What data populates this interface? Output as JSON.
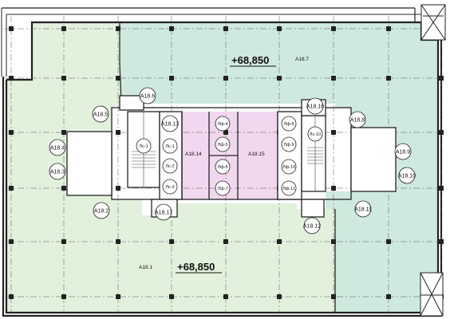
{
  "colors": {
    "zone_a": "#e2f1dc",
    "zone_b": "#cfe9de",
    "core": "#f0d8ef",
    "wall": "#222222",
    "grid": "#555555"
  },
  "elevations": {
    "upper": "+68,850",
    "lower": "+68,850"
  },
  "rooms": {
    "a18_1": "A18.1",
    "a18_7": "A18.7",
    "a18_14": "A18.14",
    "a18_15": "A18.15"
  },
  "tags": {
    "a18_2": "A18.2",
    "a18_3": "A18.3",
    "a18_4": "A18.4",
    "a18_5": "A18.5",
    "a18_6": "A18.6",
    "a18_8": "A18.8",
    "a18_9": "A18.9",
    "a18_10": "A18.10",
    "a18_11": "A18.11",
    "a18_12": "A18.12",
    "a18_13": "A18.13",
    "a18_16": "A18.16",
    "a18_17": "A18.17"
  },
  "stairs": {
    "l1": "Лс-1",
    "l2": "Лс-2",
    "l3": "Лс-3",
    "l10": "Лс-10"
  },
  "lifts": {
    "l4": "Лф-4",
    "l5": "Лф-5",
    "l6": "Лф-6",
    "l7": "Лф-7",
    "l8": "Лф-8",
    "l9": "Лф-9",
    "l10": "Лф-10",
    "l11": "Лф-11"
  }
}
